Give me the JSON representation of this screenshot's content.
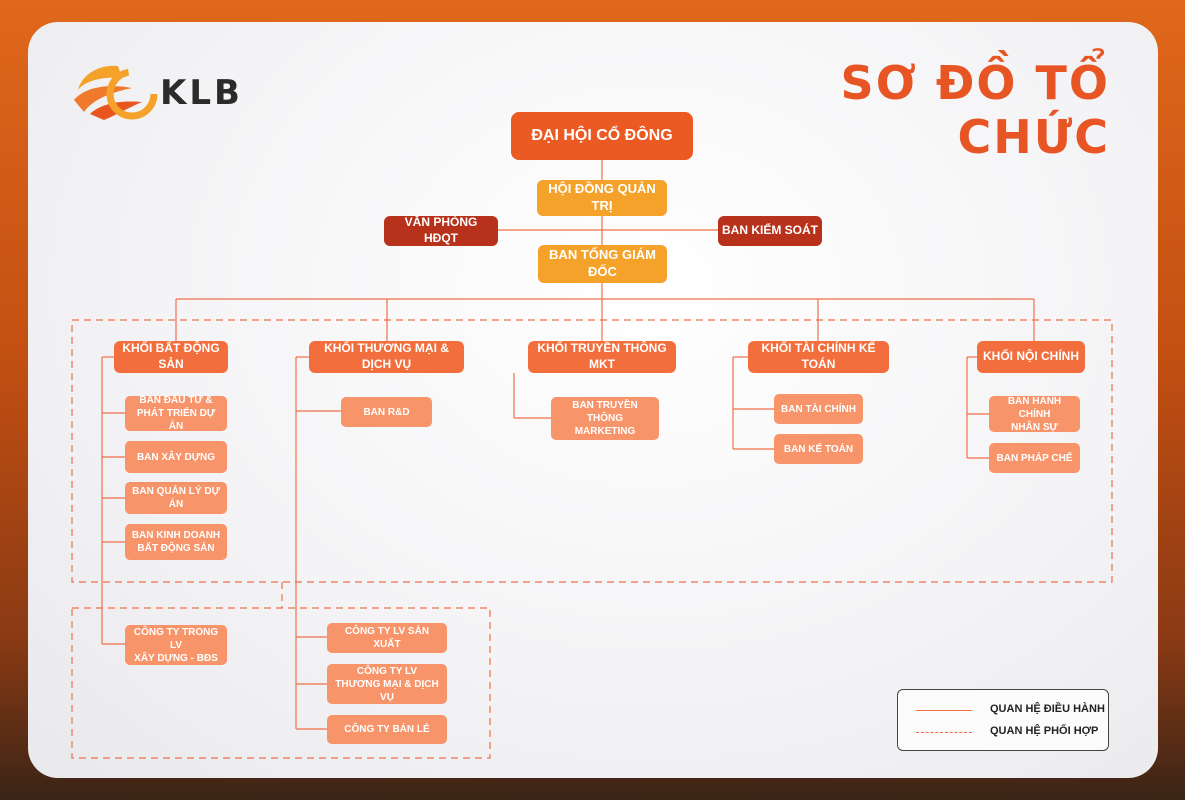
{
  "brand": {
    "logo_text": "KLB"
  },
  "title": "SƠ ĐỒ TỔ CHỨC",
  "colors": {
    "accent": "#ec5a24",
    "gold": "#f5a22a",
    "dark_red": "#b8311a",
    "block": "#f26e3c",
    "unit": "#f7946a",
    "line": "#f0704a"
  },
  "top": {
    "shareholders": "ĐẠI HỘI CỔ ĐÔNG",
    "board": "HỘI ĐỒNG QUẢN TRỊ",
    "board_office": "VĂN PHÒNG HĐQT",
    "supervisory": "BAN KIỂM SOÁT",
    "management": "BAN TỔNG GIÁM ĐỐC"
  },
  "blocks": [
    {
      "name": "KHỐI BẤT ĐỘNG SẢN",
      "units": [
        "BAN ĐẦU TƯ &\nPHÁT TRIỂN DỰ ÁN",
        "BAN XÂY DỰNG",
        "BAN QUẢN LÝ DỰ ÁN",
        "BAN KINH DOANH\nBẤT ĐỘNG SẢN"
      ]
    },
    {
      "name": "KHỐI THƯƠNG MẠI & DỊCH VỤ",
      "units": [
        "BAN R&D"
      ]
    },
    {
      "name": "KHỐI TRUYỀN THÔNG MKT",
      "units": [
        "BAN TRUYỀN THÔNG\nMARKETING"
      ]
    },
    {
      "name": "KHỐI TÀI CHÍNH KẾ TOÁN",
      "units": [
        "BAN TÀI CHÍNH",
        "BAN KẾ TOÁN"
      ]
    },
    {
      "name": "KHỐI NỘI CHÍNH",
      "units": [
        "BAN HÀNH CHÍNH\nNHÂN SỰ",
        "BAN PHÁP CHẾ"
      ]
    }
  ],
  "companies": [
    "CÔNG TY TRONG LV\nXÂY DỰNG - BĐS",
    "CÔNG TY LV SẢN XUẤT",
    "CÔNG TY LV\nTHƯƠNG MẠI & DỊCH VỤ",
    "CÔNG TY BÁN LẺ"
  ],
  "legend": {
    "solid": "QUAN HỆ ĐIỀU HÀNH",
    "dashed": "QUAN HỆ PHỐI HỢP"
  }
}
